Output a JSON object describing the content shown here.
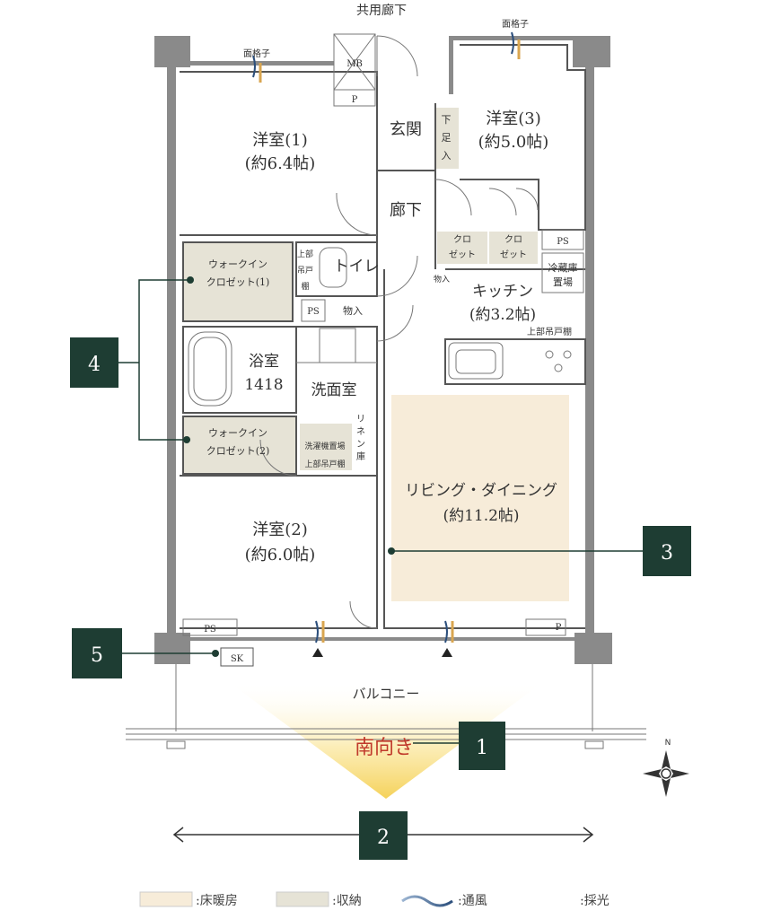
{
  "labels": {
    "corridor": "共用廊下",
    "mb": "MB",
    "lattice_left": "面格子",
    "lattice_right": "面格子",
    "p_top": "P",
    "entrance": "玄関",
    "shoe_box": "下足入",
    "room1_name": "洋室(1)",
    "room1_size": "(約6.4帖)",
    "room3_name": "洋室(3)",
    "room3_size": "(約5.0帖)",
    "hall": "廊下",
    "closet_a_1": "クロ",
    "closet_a_2": "ゼット",
    "closet_b_1": "クロ",
    "closet_b_2": "ゼット",
    "ps_kitchen": "PS",
    "fridge_1": "冷蔵庫",
    "fridge_2": "置場",
    "wic1_1": "ウォークイン",
    "wic1_2": "クロゼット(1)",
    "upper_shelf_1": "上部",
    "upper_shelf_2": "吊戸",
    "upper_shelf_3": "棚",
    "toilet": "トイレ",
    "storage_small": "物入",
    "kitchen_name": "キッチン",
    "kitchen_size": "(約3.2帖)",
    "ps_mid": "PS",
    "storage_mid": "物入",
    "kitchen_upper": "上部吊戸棚",
    "bath_name": "浴室",
    "bath_size": "1418",
    "washroom": "洗面室",
    "linen_1": "リ",
    "linen_2": "ネ",
    "linen_3": "ン",
    "linen_4": "庫",
    "wic2_1": "ウォークイン",
    "wic2_2": "クロゼット(2)",
    "washer_1": "洗濯機置場",
    "washer_2": "上部吊戸棚",
    "living_name": "リビング・ダイニング",
    "living_size": "(約11.2帖)",
    "room2_name": "洋室(2)",
    "room2_size": "(約6.0帖)",
    "ps_bottom": "PS",
    "p_bottom": "P",
    "sk": "SK",
    "balcony": "バルコニー",
    "south": "南向き"
  },
  "callouts": [
    "1",
    "2",
    "3",
    "4",
    "5"
  ],
  "legend": [
    {
      "label": ":床暖房",
      "swatch": "floor-heating",
      "color": "#f7ecd9"
    },
    {
      "label": ":収納",
      "swatch": "storage",
      "color": "#e6e3d6"
    },
    {
      "label": ":通風",
      "swatch": "ventilation",
      "color": "#2c4f7c"
    },
    {
      "label": ":採光",
      "swatch": "daylight",
      "color": "#d9a650"
    }
  ],
  "colors": {
    "callout_box": "#1e3d33",
    "floor_heating": "#f7ecd9",
    "storage": "#e6e3d6",
    "wall": "#8a8a8a"
  },
  "icons": {
    "compass": "compass-icon",
    "arrow": "double-arrow-icon",
    "sun_glow": "south-light-icon"
  }
}
